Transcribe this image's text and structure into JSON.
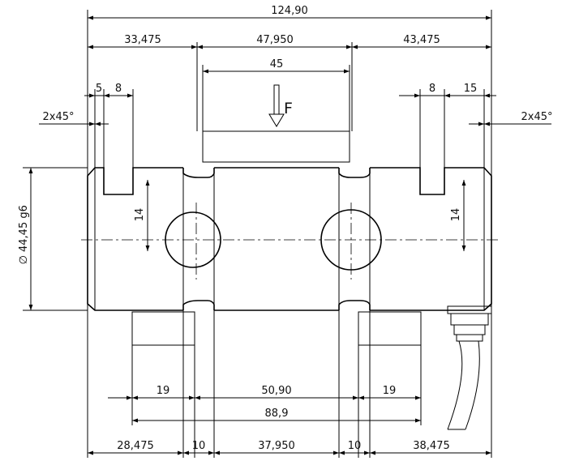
{
  "dimensions": {
    "overall_length": "124,90",
    "left_section": "33,475",
    "middle_section": "47,950",
    "right_section": "43,475",
    "load_pad_width": "45",
    "left_chamfer_offset": "5",
    "left_slot_width": "8",
    "right_slot_width": "8",
    "right_slot_offset": "15",
    "left_chamfer": "2x45°",
    "right_chamfer": "2x45°",
    "left_hole_height": "14",
    "right_hole_height": "14",
    "diameter": "44,45 g6",
    "diameter_symbol": "∅",
    "left_support_width": "19",
    "support_spacing": "50,90",
    "right_support_width": "19",
    "support_overall": "88,9",
    "bottom_left": "28,475",
    "bottom_groove_left": "10",
    "bottom_middle": "37,950",
    "bottom_groove_right": "10",
    "bottom_right": "38,475"
  },
  "force_label": "F"
}
